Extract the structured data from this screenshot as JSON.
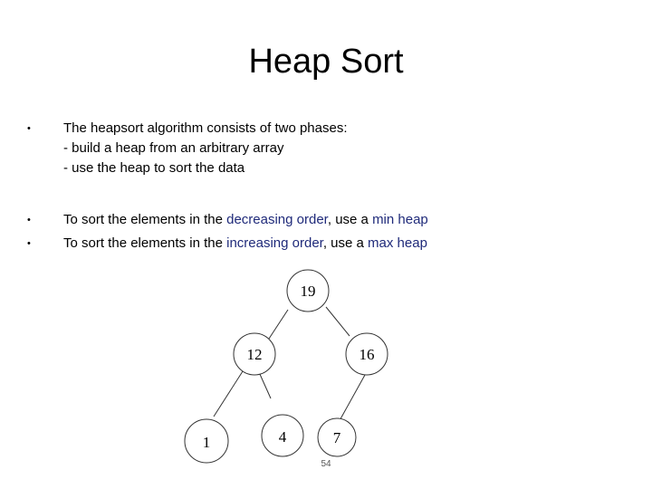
{
  "title": "Heap Sort",
  "bullets": [
    {
      "bullet": "•",
      "lines": [
        "The heapsort algorithm consists of two phases:",
        "- build a heap from an arbitrary array",
        "- use the heap to sort the data"
      ]
    },
    {
      "bullet": "•",
      "prefix": "To sort the elements in the ",
      "order": "decreasing order",
      "middle": ", use a ",
      "heap": "min heap"
    },
    {
      "bullet": "•",
      "prefix": "To sort the elements in the ",
      "order": "increasing order",
      "middle": ", use a ",
      "heap": "max heap"
    }
  ],
  "tree": {
    "root": "19",
    "left": "12",
    "right": "16",
    "left_left": "1",
    "left_right": "4",
    "right_left": "7"
  },
  "page_number": "54",
  "colors": {
    "highlight": "#1f2a7a"
  }
}
